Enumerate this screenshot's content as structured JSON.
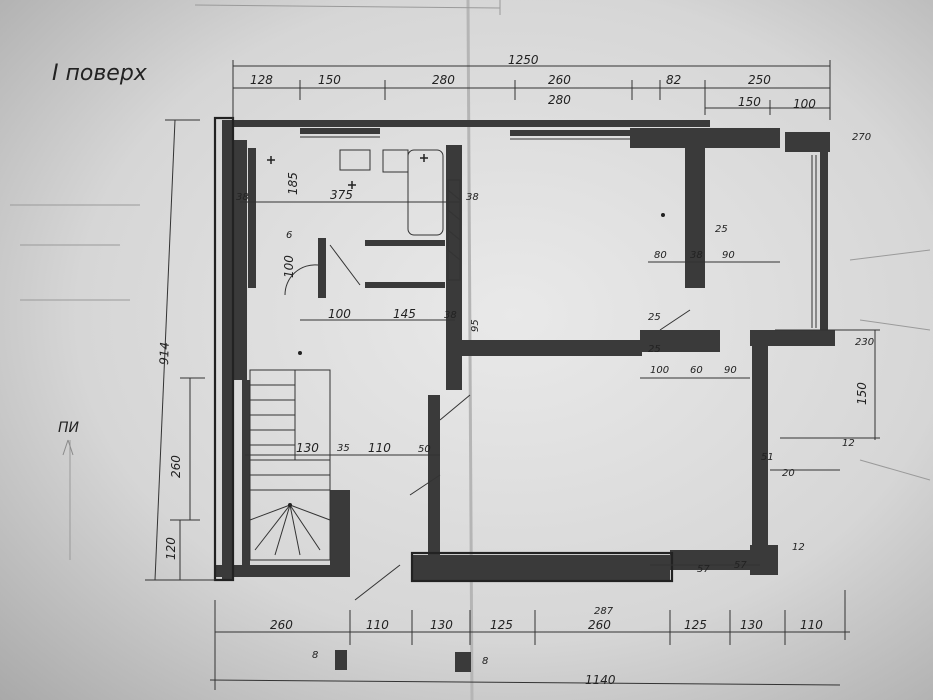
{
  "title": "I поверх",
  "side_faint": "ПИ",
  "dims_top": {
    "seg1": "128",
    "seg2": "150",
    "seg3": "280",
    "seg4": "260",
    "seg4b": "280",
    "seg5": "82",
    "seg6": "250",
    "seg6a": "150",
    "seg6b": "100",
    "total": "1250",
    "corner": "270"
  },
  "dims_left": {
    "total": "914",
    "mid": "260",
    "low": "120"
  },
  "dims_interior": {
    "bath_w": "375",
    "bath_h": "185",
    "wall_l": "38",
    "wall_r": "38",
    "wc_h": "100",
    "wc_small": "6",
    "row_100": "100",
    "row_145": "145",
    "row_38": "38",
    "row_95": "95",
    "k_25": "25",
    "k_80": "80",
    "k_38": "38",
    "k_90": "90",
    "d_25": "25",
    "d_25b": "25",
    "h_100": "100",
    "h_60": "60",
    "h_90": "90",
    "st_130": "130",
    "st_35": "35",
    "st_110": "110",
    "st_50": "50",
    "r_230": "230",
    "r_150": "150",
    "r_12": "12",
    "r_51": "51",
    "r_20": "20",
    "b_57": "57",
    "b_57b": "57",
    "b_12": "12"
  },
  "dims_bottom": {
    "seg1": "260",
    "seg2": "110",
    "seg3": "130",
    "seg4": "125",
    "seg5": "260",
    "seg5_note": "287",
    "seg6": "125",
    "seg7": "130",
    "seg8": "110",
    "total": "1140",
    "stub_l": "8",
    "stub_r": "8"
  }
}
